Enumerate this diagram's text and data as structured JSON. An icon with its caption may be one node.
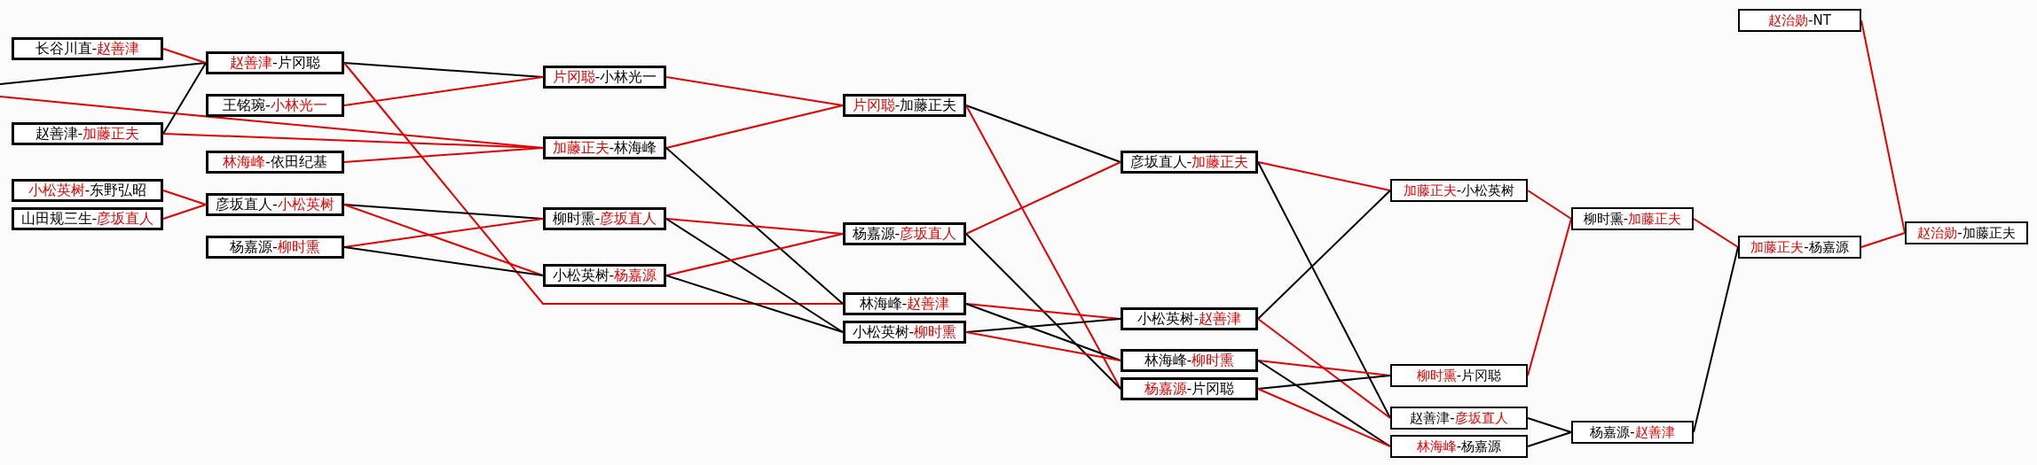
{
  "diagram": {
    "nodes": [
      {
        "text": [
          "长谷川直-**赵善津**"
        ]
      },
      {
        "text": [
          "赵善津-**加藤正夫**"
        ]
      },
      {
        "text": [
          "**小松英树**-东野弘昭"
        ]
      },
      {
        "text": [
          "山田规三生-**彦坂直人**"
        ]
      },
      {
        "text": [
          "**赵善津**-片冈聪"
        ]
      },
      {
        "text": [
          "王铭琬-**小林光一**"
        ]
      },
      {
        "text": [
          "**林海峰**-依田纪基"
        ]
      },
      {
        "text": [
          "彦坂直人-**小松英树**"
        ]
      },
      {
        "text": [
          "杨嘉源-**柳时熏**"
        ]
      },
      {
        "text": [
          "**片冈聪**-小林光一"
        ]
      },
      {
        "text": [
          "**加藤正夫**-林海峰"
        ]
      },
      {
        "text": [
          "柳时熏-**彦坂直人**"
        ]
      },
      {
        "text": [
          "小松英树-**杨嘉源**"
        ]
      },
      {
        "text": [
          "**片冈聪**-加藤正夫"
        ]
      },
      {
        "text": [
          "杨嘉源-**彦坂直人**"
        ]
      },
      {
        "text": [
          "林海峰-**赵善津**"
        ]
      },
      {
        "text": [
          "小松英树-**柳时熏**"
        ]
      },
      {
        "text": [
          "彦坂直人-**加藤正夫**"
        ]
      },
      {
        "text": [
          "小松英树-**赵善津**"
        ]
      },
      {
        "text": [
          "林海峰-**柳时熏**"
        ]
      },
      {
        "text": [
          "**杨嘉源**-片冈聪"
        ]
      },
      {
        "text": [
          "**加藤正夫**-小松英树"
        ]
      },
      {
        "text": [
          "**柳时熏**-片冈聪"
        ]
      },
      {
        "text": [
          "赵善津-**彦坂直人**"
        ]
      },
      {
        "text": [
          "**林海峰**-杨嘉源"
        ]
      },
      {
        "text": [
          "柳时熏-**加藤正夫**"
        ]
      },
      {
        "text": [
          "杨嘉源-**赵善津**"
        ]
      },
      {
        "text": [
          "**赵治勋**-NT"
        ]
      },
      {
        "text": [
          "**加藤正夫**-杨嘉源"
        ]
      },
      {
        "text": [
          "**赵治勋**-加藤正夫"
        ]
      }
    ],
    "edges": [
      {
        "from": null,
        "to": 4,
        "arrow": "none",
        "color": "#000000"
      },
      {
        "from": null,
        "to": 10,
        "arrow": "none"
      },
      {
        "from": 0,
        "to": 4,
        "arrow": "none"
      },
      {
        "from": 1,
        "to": 4,
        "arrow": "none",
        "color": "#000000"
      },
      {
        "from": 1,
        "to": 10,
        "arrow": "none"
      },
      {
        "from": 2,
        "to": 7,
        "arrow": "none"
      },
      {
        "from": 3,
        "to": 7,
        "arrow": "none"
      },
      {
        "from": 4,
        "to": 9,
        "arrow": "none",
        "color": "#000000"
      },
      {
        "from": 4,
        "to": 15,
        "arrow": "none"
      },
      {
        "from": 5,
        "to": 9,
        "arrow": "none"
      },
      {
        "from": 6,
        "to": 10,
        "arrow": "none"
      },
      {
        "from": 7,
        "to": 11,
        "arrow": "none",
        "color": "#000000"
      },
      {
        "from": 7,
        "to": 12,
        "arrow": "none"
      },
      {
        "from": 8,
        "to": 11,
        "arrow": "none"
      },
      {
        "from": 8,
        "to": 12,
        "arrow": "none",
        "color": "#000000"
      },
      {
        "from": 9,
        "to": 13,
        "arrow": "none"
      },
      {
        "from": 10,
        "to": 13,
        "arrow": "none"
      },
      {
        "from": 10,
        "to": 15,
        "arrow": "none",
        "color": "#000000"
      },
      {
        "from": 11,
        "to": 14,
        "arrow": "none"
      },
      {
        "from": 11,
        "to": 16,
        "arrow": "none",
        "color": "#000000"
      },
      {
        "from": 12,
        "to": 14,
        "arrow": "none"
      },
      {
        "from": 12,
        "to": 16,
        "arrow": "none",
        "color": "#000000"
      },
      {
        "from": 13,
        "to": 17,
        "arrow": "none",
        "color": "#000000"
      },
      {
        "from": 13,
        "to": 20,
        "arrow": "none"
      },
      {
        "from": 14,
        "to": 17,
        "arrow": "none"
      },
      {
        "from": 14,
        "to": 20,
        "arrow": "none",
        "color": "#000000"
      },
      {
        "from": 15,
        "to": 18,
        "arrow": "none"
      },
      {
        "from": 15,
        "to": 19,
        "arrow": "none",
        "color": "#000000"
      },
      {
        "from": 16,
        "to": 18,
        "arrow": "none",
        "color": "#000000"
      },
      {
        "from": 16,
        "to": 19,
        "arrow": "none"
      },
      {
        "from": 17,
        "to": 21,
        "arrow": "none"
      },
      {
        "from": 17,
        "to": 23,
        "arrow": "none",
        "color": "#000000"
      },
      {
        "from": 18,
        "to": 21,
        "arrow": "none",
        "color": "#000000"
      },
      {
        "from": 18,
        "to": 23,
        "arrow": "none"
      },
      {
        "from": 19,
        "to": 22,
        "arrow": "none"
      },
      {
        "from": 19,
        "to": 24,
        "arrow": "none",
        "color": "#000000"
      },
      {
        "from": 20,
        "to": 22,
        "arrow": "none",
        "color": "#000000"
      },
      {
        "from": 20,
        "to": 24,
        "arrow": "none"
      },
      {
        "from": 21,
        "to": 25,
        "arrow": "none"
      },
      {
        "from": 22,
        "to": 25,
        "arrow": "none"
      },
      {
        "from": 23,
        "to": 26,
        "arrow": "none",
        "color": "#000000"
      },
      {
        "from": 24,
        "to": 26,
        "arrow": "none",
        "color": "#000000"
      },
      {
        "from": 25,
        "to": 28,
        "arrow": "none"
      },
      {
        "from": 26,
        "to": 28,
        "arrow": "none",
        "color": "#000000"
      },
      {
        "from": 27,
        "to": 29,
        "arrow": "none"
      },
      {
        "from": 28,
        "to": 29,
        "arrow": "none"
      }
    ]
  }
}
